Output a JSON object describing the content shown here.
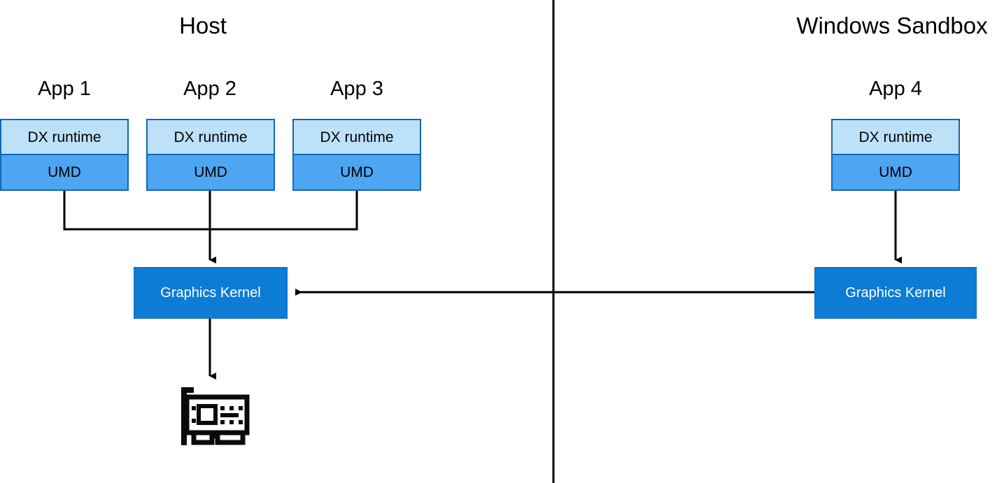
{
  "diagram": {
    "title_host": "Host",
    "title_sandbox": "Windows Sandbox",
    "divider_name": "host-sandbox-divider"
  },
  "host": {
    "apps": [
      {
        "label": "App 1",
        "dx": "DX runtime",
        "umd": "UMD"
      },
      {
        "label": "App 2",
        "dx": "DX runtime",
        "umd": "UMD"
      },
      {
        "label": "App 3",
        "dx": "DX runtime",
        "umd": "UMD"
      }
    ],
    "kernel": "Graphics Kernel",
    "gpu_icon": "gpu-card-icon"
  },
  "sandbox": {
    "apps": [
      {
        "label": "App 4",
        "dx": "DX runtime",
        "umd": "UMD"
      }
    ],
    "kernel": "Graphics Kernel"
  },
  "colors": {
    "dx_fill": "#BDE1F8",
    "umd_fill": "#4DA6F2",
    "app_border": "#1268B3",
    "kernel_fill": "#0C7CD5",
    "kernel_text": "#FFFFFF",
    "line": "#000000",
    "background": "#FFFFFF"
  }
}
